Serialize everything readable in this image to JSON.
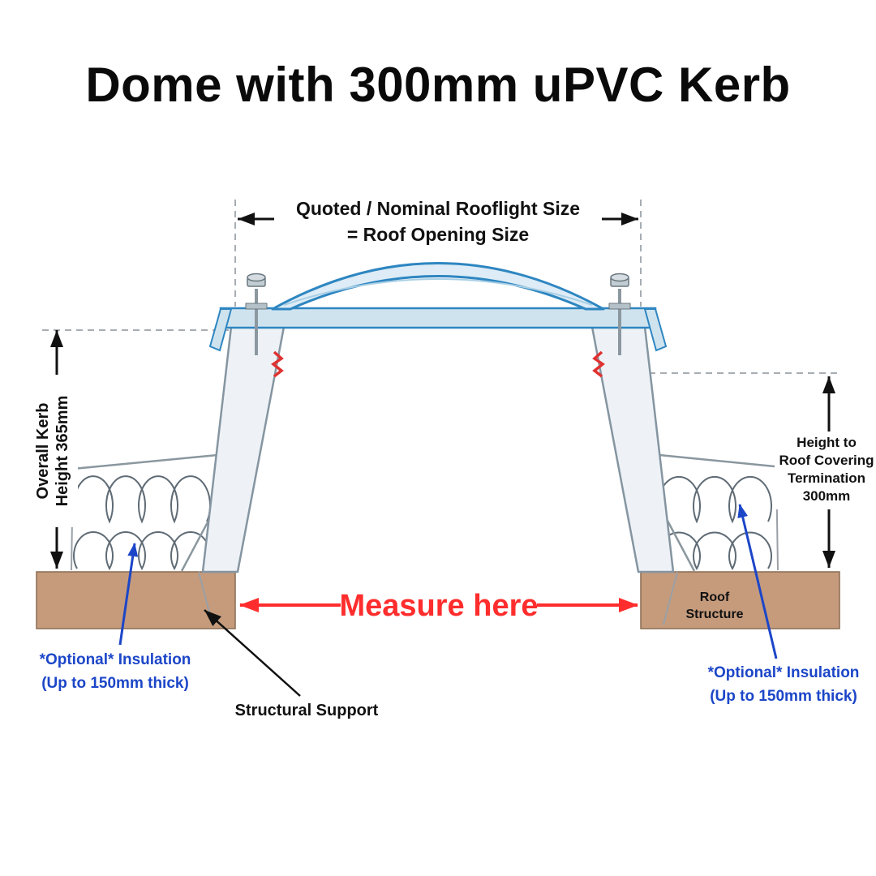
{
  "title": "Dome with 300mm uPVC Kerb",
  "dimensions": {
    "top": {
      "line1": "Quoted / Nominal Rooflight Size",
      "line2": "= Roof Opening Size"
    },
    "left": {
      "line1": "Overall Kerb",
      "line2": "Height 365mm"
    },
    "right": {
      "line1": "Height to",
      "line2": "Roof Covering",
      "line3": "Termination",
      "line4": "300mm"
    }
  },
  "labels": {
    "measure_here": "Measure here",
    "insulation_left": {
      "line1": "*Optional* Insulation",
      "line2": "(Up to 150mm thick)"
    },
    "insulation_right": {
      "line1": "*Optional* Insulation",
      "line2": "(Up to 150mm thick)"
    },
    "structural_support": "Structural Support",
    "roof_structure": {
      "line1": "Roof",
      "line2": "Structure"
    }
  },
  "colors": {
    "dome_stroke": "#2e86c1",
    "dome_fill": "#ddecf6",
    "flange_fill": "#cfe3ef",
    "kerb_fill": "#eef2f6",
    "kerb_stroke": "#8595a1",
    "roof_structure_fill": "#c59b7c",
    "insulation_stroke": "#5f6b75",
    "arrow_black": "#111111",
    "accent_red": "#ff2d2d",
    "accent_blue": "#1c46c8"
  }
}
